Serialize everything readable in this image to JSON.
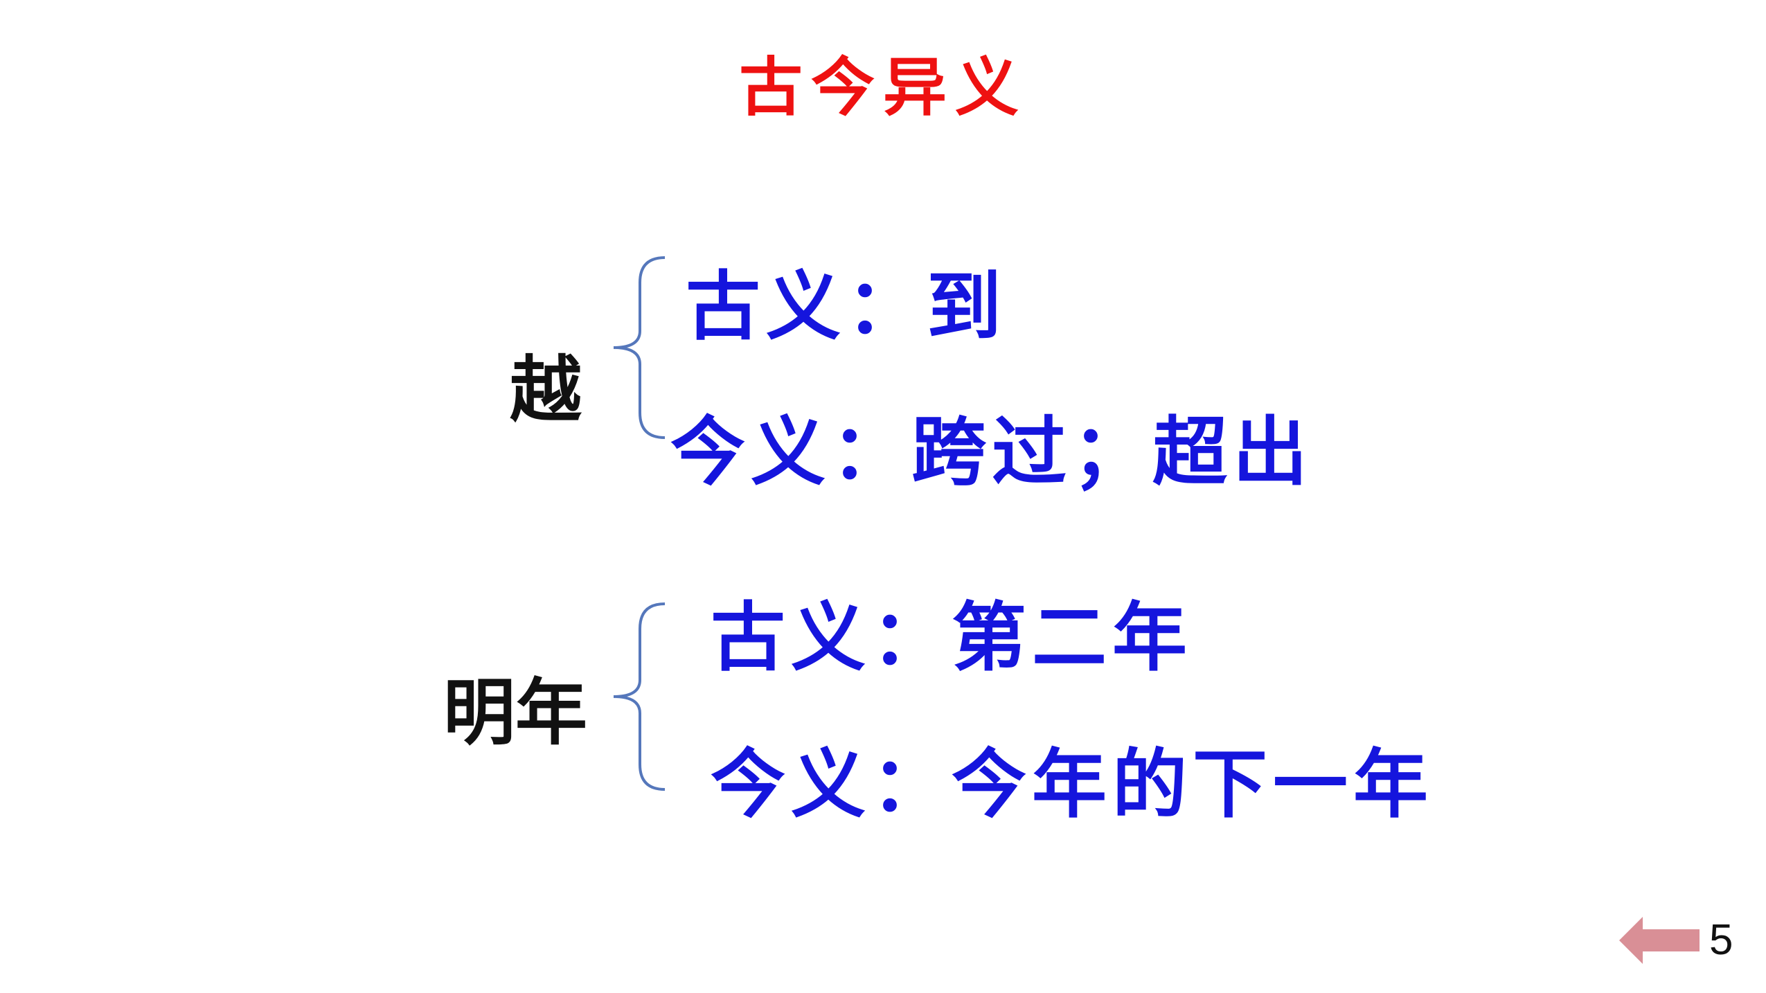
{
  "title": "古今异义",
  "colors": {
    "title": "#ee1111",
    "meaning": "#1515dd",
    "term": "#111111",
    "brace": "#5577bb",
    "arrow": "#d98f96"
  },
  "entries": [
    {
      "term": "越",
      "ancient": "古义：到",
      "modern": "今义：跨过；超出"
    },
    {
      "term": "明年",
      "ancient": "古义：第二年",
      "modern": "今义：今年的下一年"
    }
  ],
  "nav": {
    "arrow_icon": "left-arrow-icon",
    "page_number": "5"
  }
}
